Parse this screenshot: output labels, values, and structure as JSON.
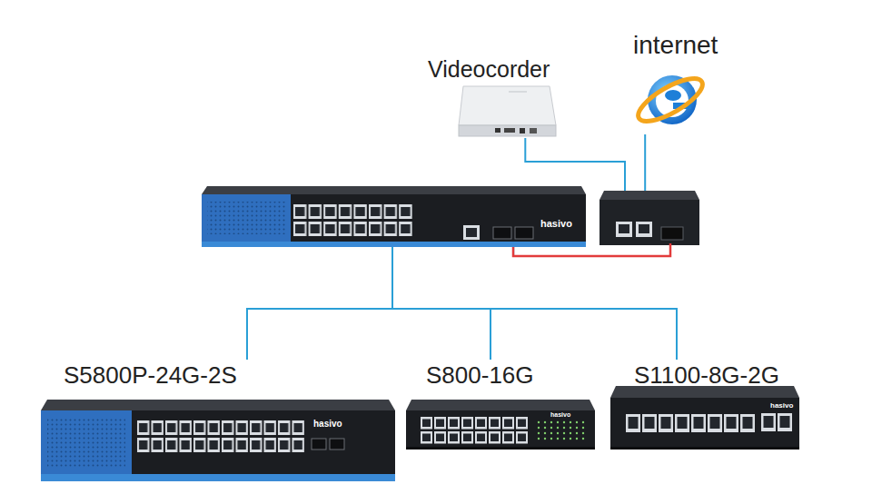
{
  "diagram": {
    "nodes": [
      {
        "text": [
          "Videocorder"
        ]
      },
      {
        "text": [
          "internet"
        ]
      },
      {
        "text": [
          "hasivo"
        ]
      },
      {
        "text": [
          "S5800P-24G-2S",
          "hasivo"
        ]
      },
      {
        "text": [
          "S800-16G",
          "hasivo"
        ]
      },
      {
        "text": [
          "S1100-8G-2G",
          "hasivo"
        ]
      }
    ],
    "edges": [
      {
        "from": 0,
        "to": 2,
        "arrow": "none"
      },
      {
        "from": 1,
        "to": 2,
        "arrow": "none"
      },
      {
        "from": 2,
        "to": 3,
        "arrow": "none"
      },
      {
        "from": 2,
        "to": 4,
        "arrow": "none"
      },
      {
        "from": 2,
        "to": 5,
        "arrow": "none"
      }
    ]
  }
}
